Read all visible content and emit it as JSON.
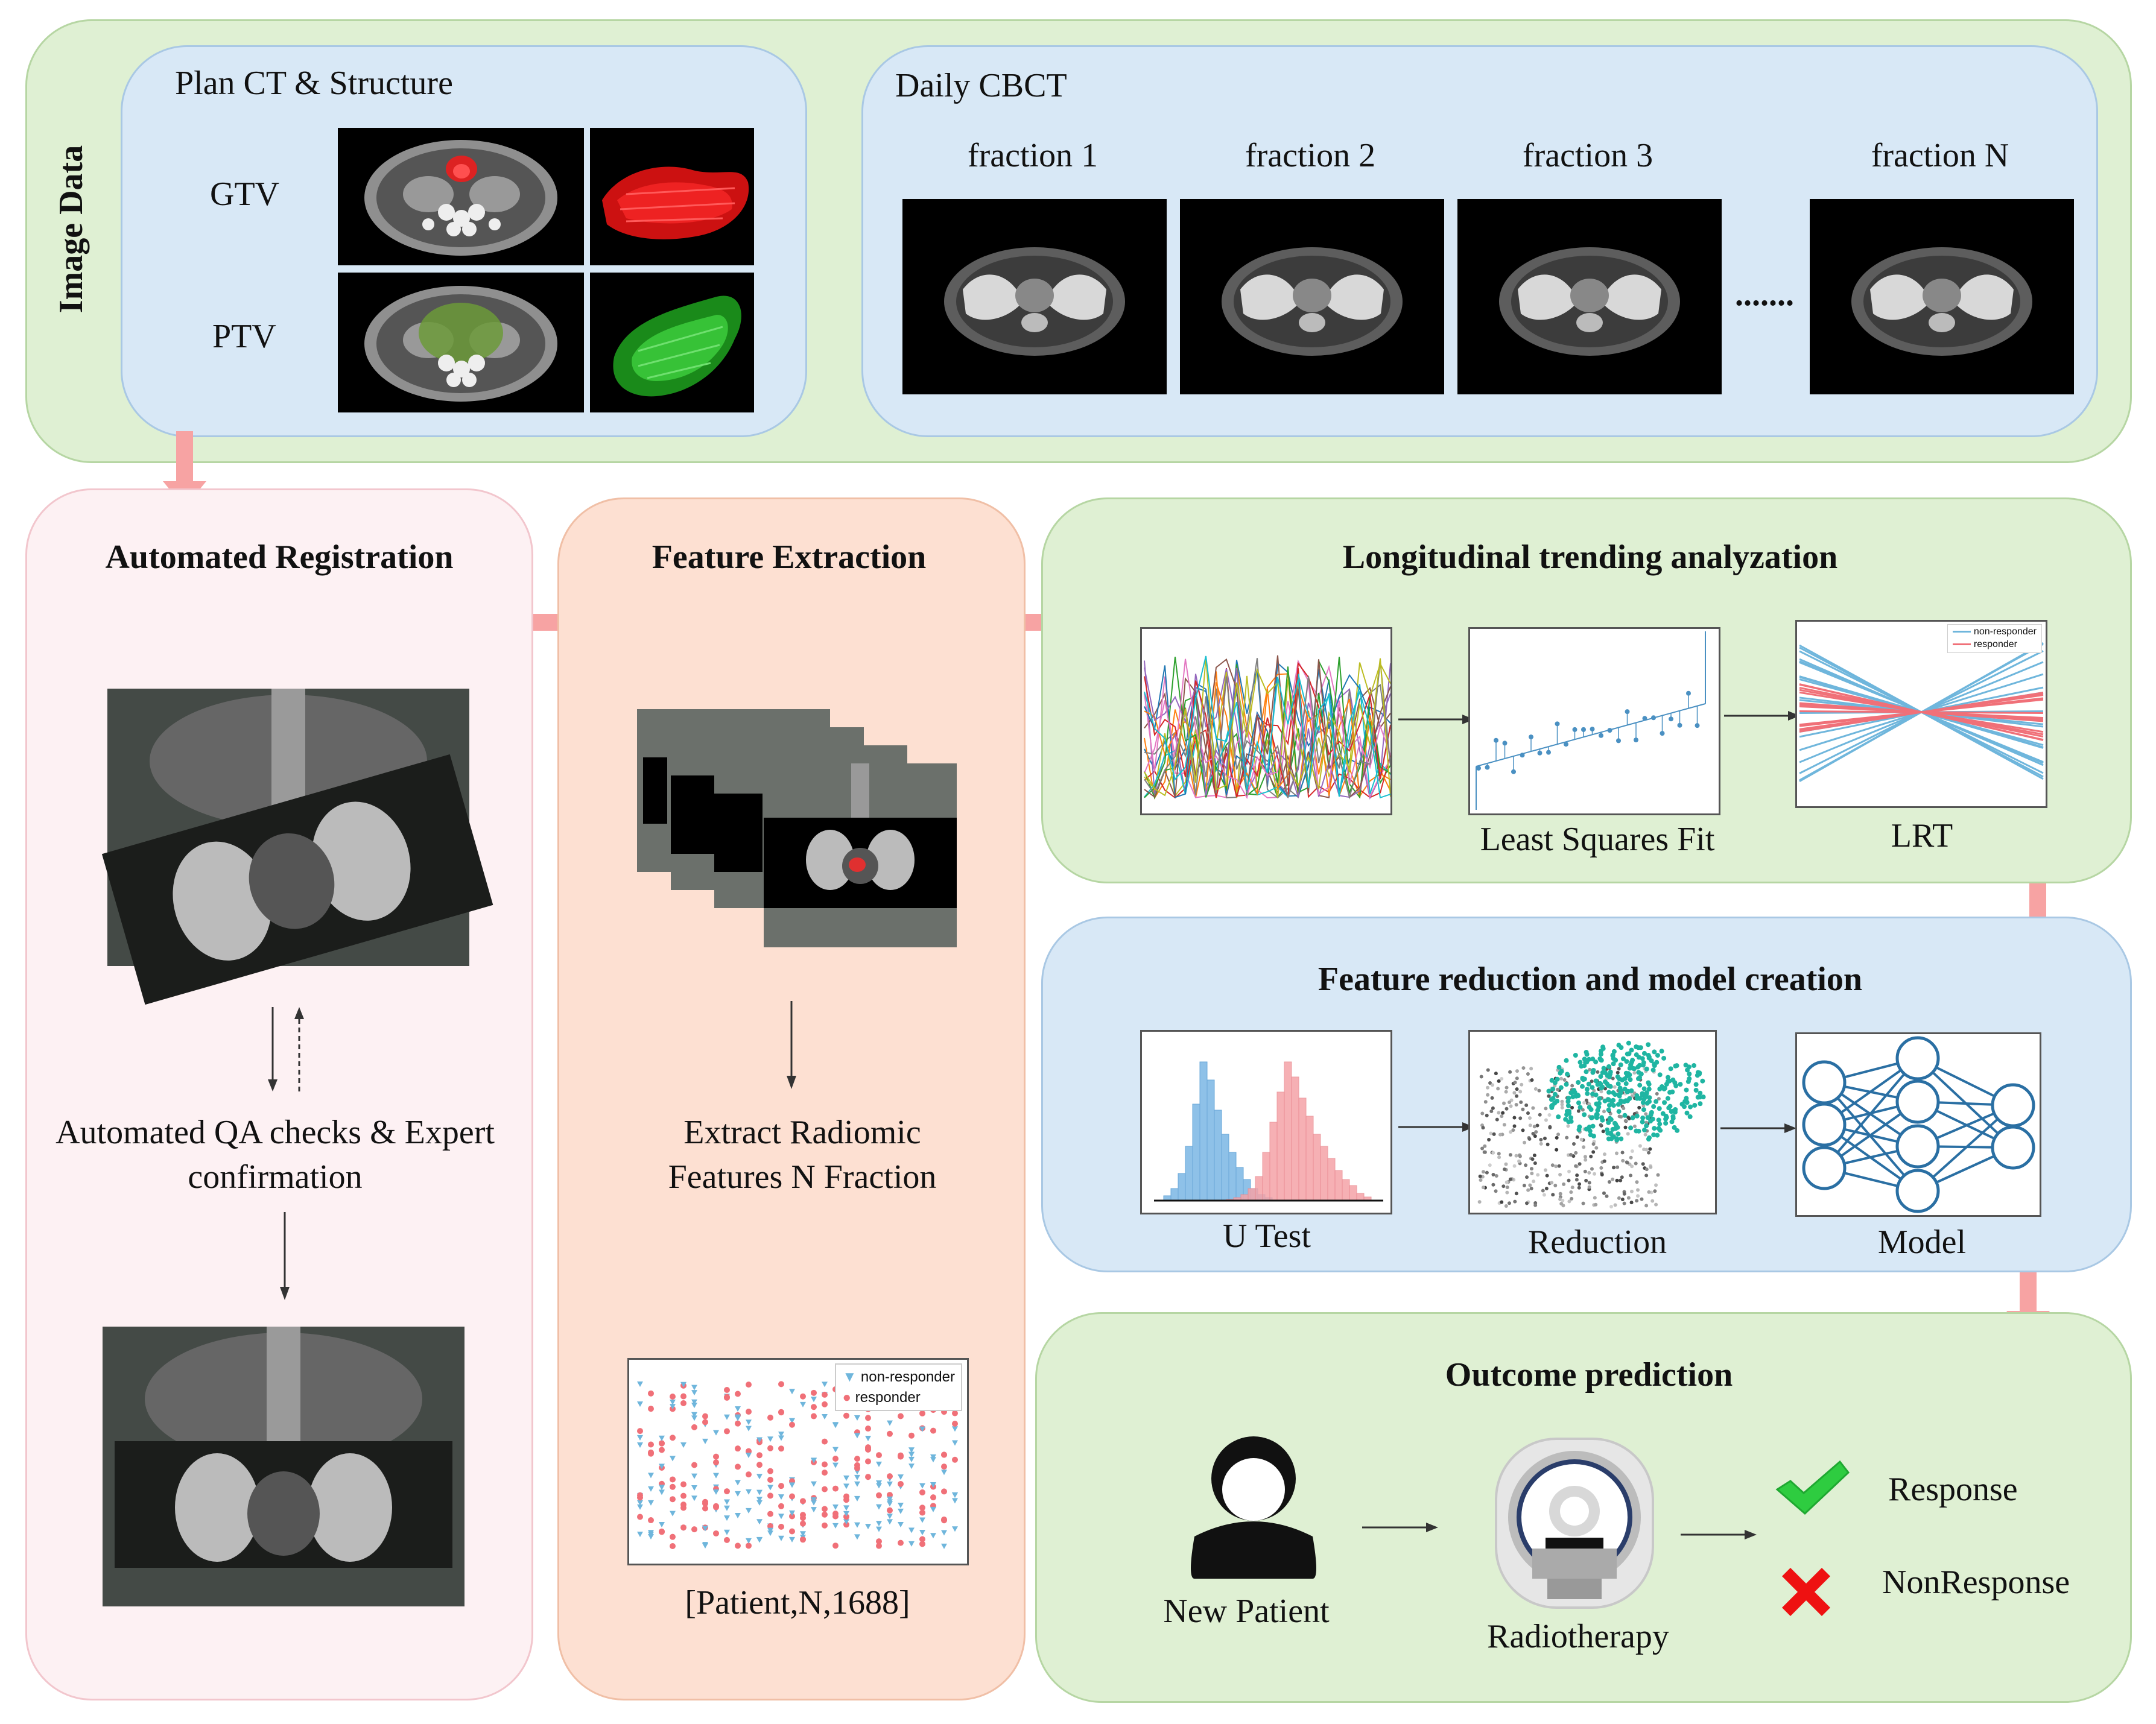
{
  "image_data": {
    "side_label": "Image Data",
    "plan_ct": {
      "title": "Plan CT & Structure",
      "gtv_label": "GTV",
      "ptv_label": "PTV"
    },
    "daily_cbct": {
      "title": "Daily CBCT",
      "fractions": [
        "fraction 1",
        "fraction 2",
        "fraction 3",
        "fraction N"
      ],
      "ellipsis": "......."
    }
  },
  "registration": {
    "title": "Automated Registration",
    "qa_line1": "Automated QA checks & Expert",
    "qa_line2": "confirmation"
  },
  "extraction": {
    "title": "Feature Extraction",
    "text_line1": "Extract Radiomic",
    "text_line2": "Features N Fraction",
    "shape_label": "[Patient,N,1688]",
    "legend": [
      "non-responder",
      "responder"
    ]
  },
  "longitudinal": {
    "title": "Longitudinal trending analyzation",
    "fit_label": "Least Squares Fit",
    "lrt_label": "LRT",
    "lrt_legend": [
      "non-responder",
      "responder"
    ]
  },
  "reduction": {
    "title": "Feature reduction and model creation",
    "utest_label": "U Test",
    "reduction_label": "Reduction",
    "model_label": "Model"
  },
  "outcome": {
    "title": "Outcome prediction",
    "patient_label": "New Patient",
    "radiotherapy_label": "Radiotherapy",
    "response_label": "Response",
    "nonresponse_label": "NonResponse"
  },
  "colors": {
    "arrow": "#f7a3a3",
    "responder": "#f07078",
    "non_responder": "#6fb6dc",
    "check": "#2ecc40",
    "cross": "#ee1111",
    "reduction_cluster": "#1fb5a2"
  }
}
